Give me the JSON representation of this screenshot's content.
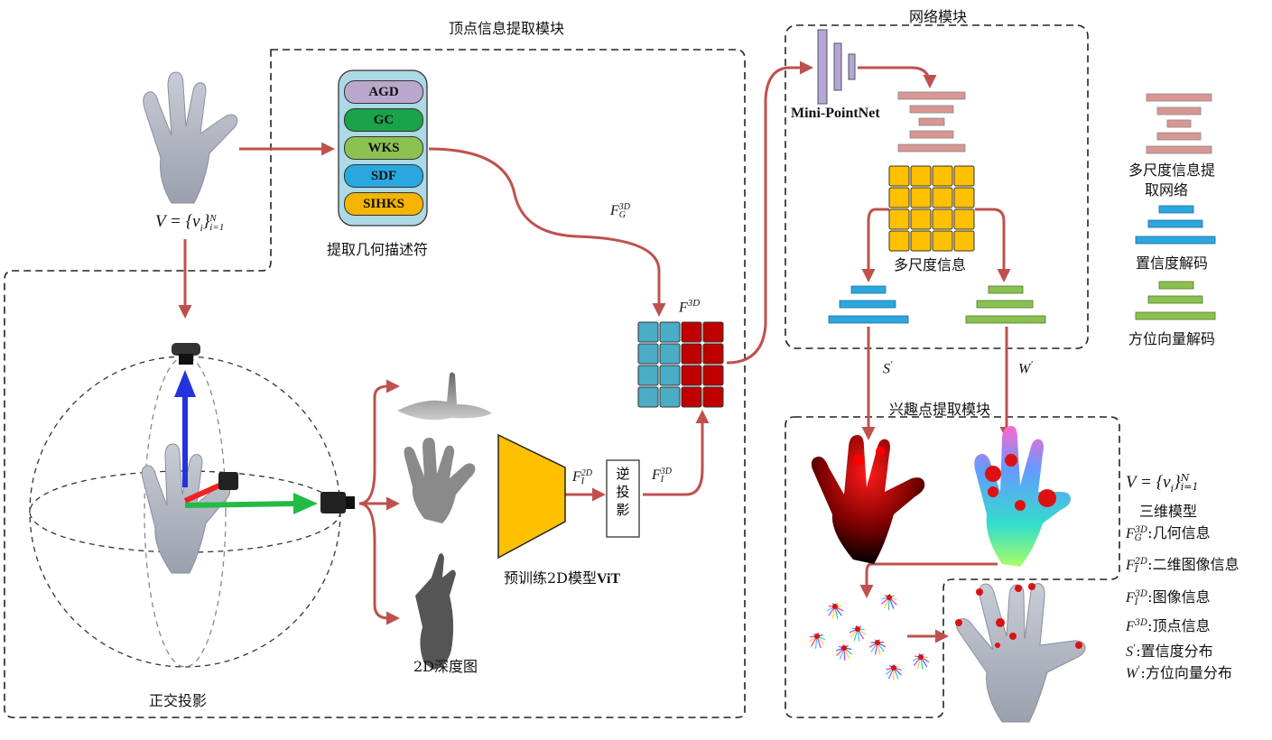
{
  "titles": {
    "vertex_module": "顶点信息提取模块",
    "network_module": "网络模块",
    "interest_module": "兴趣点提取模块"
  },
  "labels": {
    "model_formula": "V = {v",
    "model_formula_sub": "i",
    "model_formula_rest": "}",
    "model_formula_sup": "N",
    "model_formula_sub2": "i=1",
    "extract_descriptors": "提取几何描述符",
    "ortho_projection": "正交投影",
    "depth_map": "2D深度图",
    "pretrained_vit_pre": "预训练2D模型",
    "pretrained_vit_bold": "ViT",
    "inverse_projection": [
      "逆",
      "投",
      "影"
    ],
    "mini_pointnet": "Mini-PointNet",
    "multiscale_info": "多尺度信息",
    "s_prime": "S",
    "w_prime": "W"
  },
  "descriptors": [
    {
      "name": "AGD",
      "color": "#b9a8cc"
    },
    {
      "name": "GC",
      "color": "#1aa34a"
    },
    {
      "name": "WKS",
      "color": "#8cc152"
    },
    {
      "name": "SDF",
      "color": "#29a8e0"
    },
    {
      "name": "SIHKS",
      "color": "#f5b400"
    }
  ],
  "features": {
    "fg3d": "F",
    "fg3d_sup": "3D",
    "fg3d_sub": "G",
    "f3d": "F",
    "f3d_sup": "3D",
    "fi2d": "F",
    "fi2d_sup": "2D",
    "fi2d_sub": "I",
    "fi3d": "F",
    "fi3d_sup": "3D",
    "fi3d_sub": "I"
  },
  "legend": {
    "multiscale_net": "多尺度信息提",
    "multiscale_net_2": "取网络",
    "confidence_decode": "置信度解码",
    "direction_decode": "方位向量解码"
  },
  "key": [
    {
      "sym": "V = {v",
      "sub": "i",
      "rest": "}",
      "sup": "N",
      "sub2": "i=1",
      "desc": ""
    },
    {
      "sym": "",
      "desc": "三维模型"
    },
    {
      "sym": "F",
      "sup": "3D",
      "sub": "G",
      "desc": ":几何信息"
    },
    {
      "sym": "F",
      "sup": "2D",
      "sub": "I",
      "desc": ":二维图像信息"
    },
    {
      "sym": "F",
      "sup": "3D",
      "sub": "I",
      "desc": ":图像信息"
    },
    {
      "sym": "F",
      "sup": "3D",
      "sub": "",
      "desc": ":顶点信息"
    },
    {
      "sym": "S",
      "sup": "'",
      "sub": "",
      "desc": ":置信度分布"
    },
    {
      "sym": "W",
      "sup": "'",
      "sub": "",
      "desc": ":方位向量分布"
    }
  ],
  "colors": {
    "arrow": "#c0504d",
    "grid_blue": "#4bacc6",
    "grid_red": "#c00000",
    "grid_yellow": "#ffc000",
    "pink_bar": "#d99694",
    "blue_bar": "#29a8e0",
    "green_bar": "#8cc152",
    "purple_bar": "#b4a7d6",
    "vit_yellow": "#ffc000",
    "panel_bg": "#add8e6"
  }
}
